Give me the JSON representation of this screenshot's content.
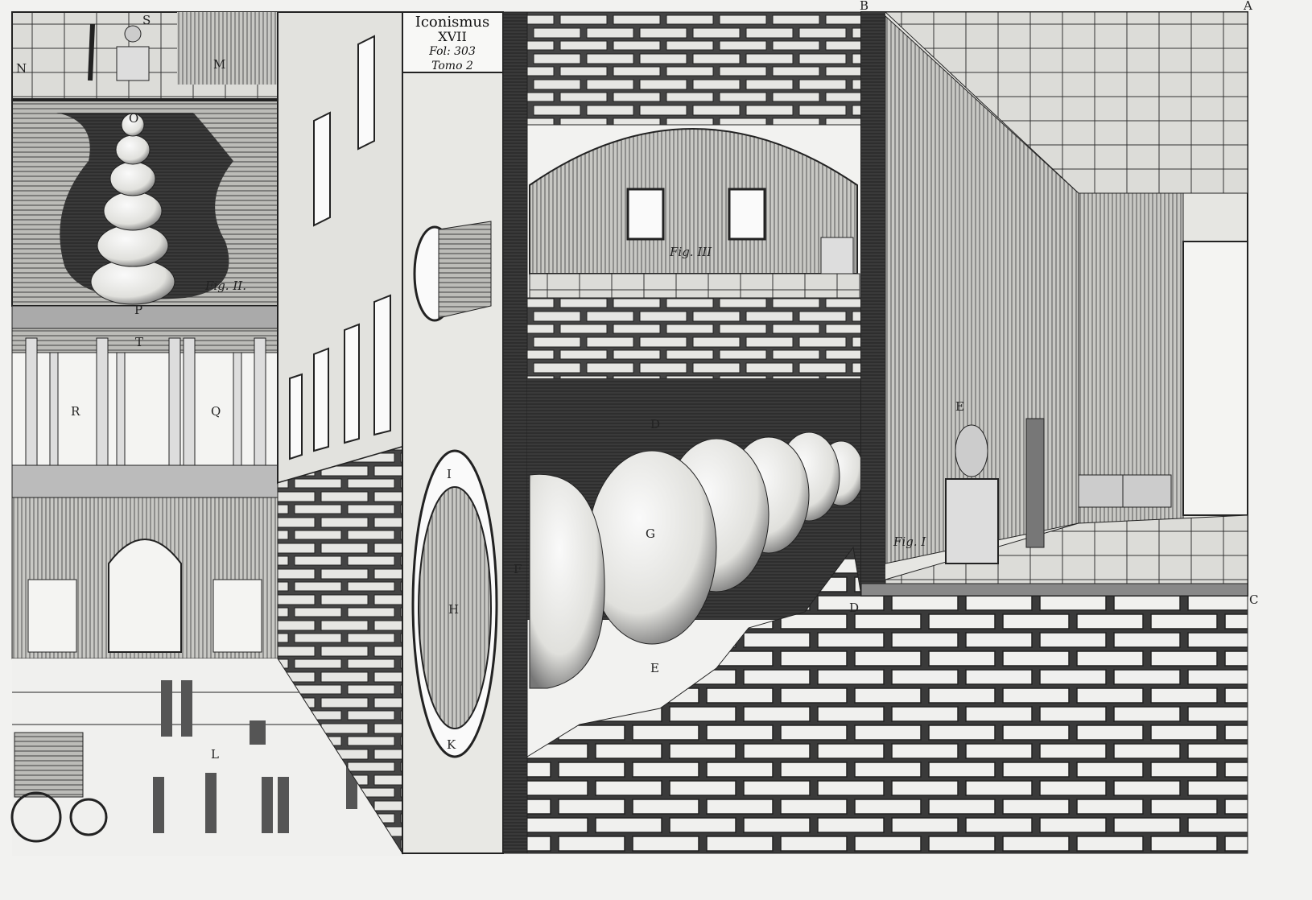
{
  "title_box": {
    "line1": "Iconismus",
    "line2": "XVII",
    "line3": "Fol: 303",
    "line4": "Tomo 2"
  },
  "figures": {
    "fig1": "Fig. I",
    "fig2": "Fig. II.",
    "fig3": "Fig. III"
  },
  "labels": {
    "S": "S",
    "N": "N",
    "M": "M",
    "O": "O",
    "P": "P",
    "T": "T",
    "R": "R",
    "Q": "Q",
    "L": "L",
    "I": "I",
    "H": "H",
    "K": "K",
    "F": "F",
    "D_mid": "D",
    "G": "G",
    "E_mid": "E",
    "E_bust": "E",
    "D_low": "D",
    "B": "B",
    "A": "A",
    "C": "C"
  },
  "colors": {
    "ink": "#1e1e1e",
    "paper": "#f2f2f0",
    "shade": "#555555"
  }
}
